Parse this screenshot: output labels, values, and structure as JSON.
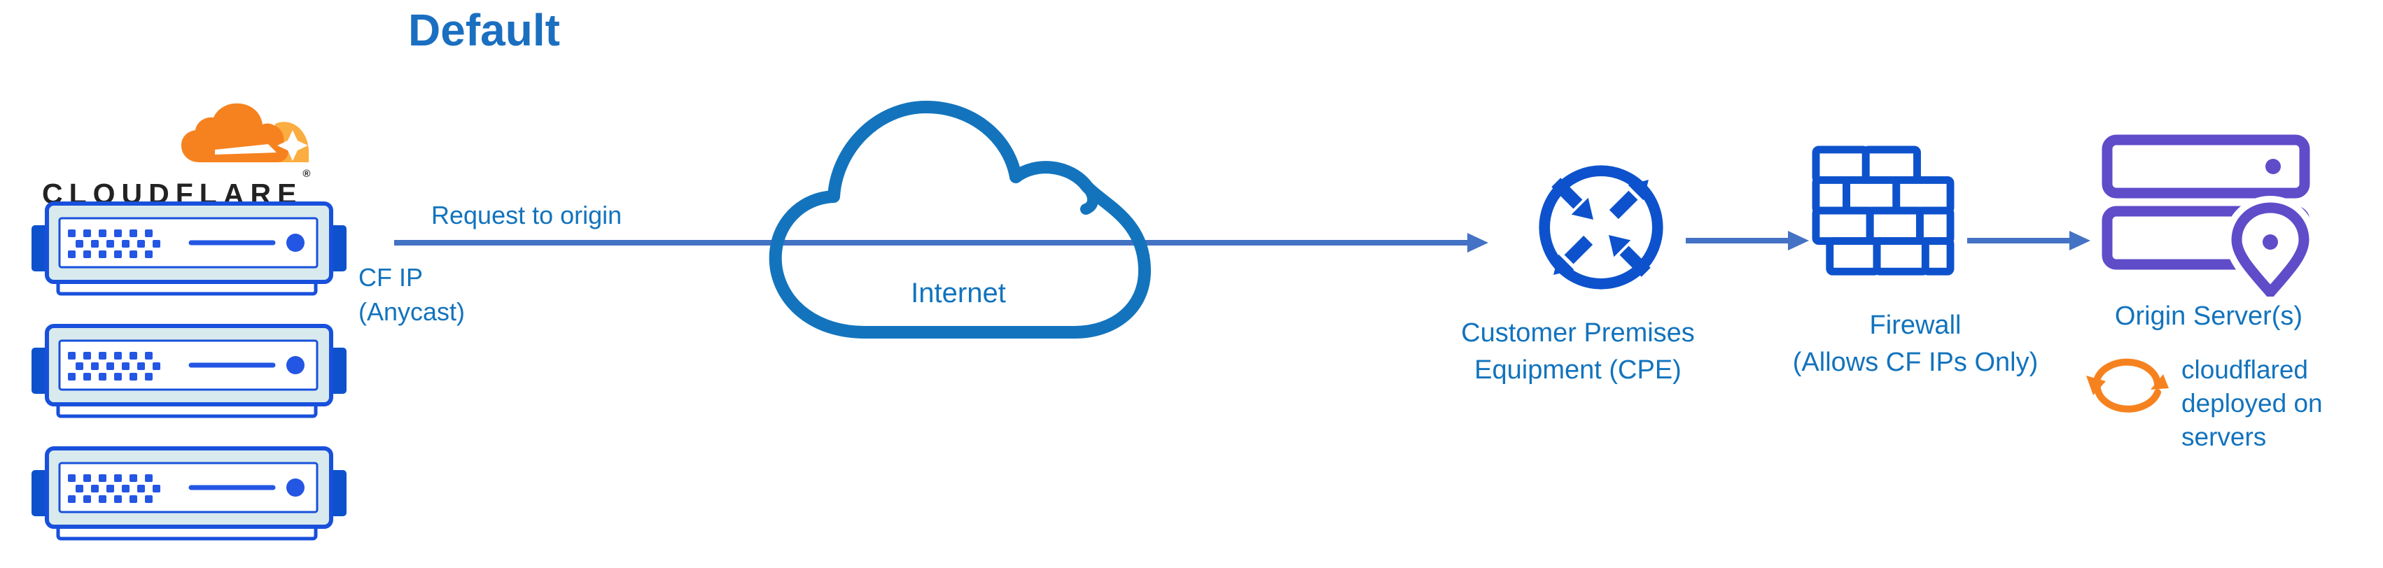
{
  "title": "Default",
  "logo": {
    "wordmark": "CLOUDFLARE",
    "registered": "®"
  },
  "labels": {
    "request_to_origin": "Request to origin",
    "cf_ip_line1": "CF IP",
    "cf_ip_line2": "(Anycast)",
    "internet": "Internet",
    "cpe_line1": "Customer Premises",
    "cpe_line2": "Equipment (CPE)",
    "firewall_line1": "Firewall",
    "firewall_line2": "(Allows CF IPs Only)",
    "origin": "Origin Server(s)",
    "cloudflared_line1": "cloudflared",
    "cloudflared_line2": "deployed on",
    "cloudflared_line3": "servers"
  },
  "icons": {
    "cloudflare_logo": "orange-cloud-logo",
    "edge_servers": "three-stacked-server-appliances",
    "internet": "cloud-outline",
    "cpe": "circle-with-four-diagonal-arrows",
    "firewall": "brick-wall",
    "origin_servers": "two-server-bars-with-location-pin",
    "cloudflared": "orange-sync-arrows"
  },
  "colors": {
    "label_blue": "#1273BD",
    "title_blue": "#1B6FC0",
    "arrow_blue": "#4472C4",
    "icon_blue": "#0D52CC",
    "server_fill": "#D8EAEE",
    "origin_purple": "#5F4CC9",
    "cf_orange": "#F6821F",
    "cf_orange_light": "#FBAD41",
    "wordmark_black": "#222222"
  }
}
